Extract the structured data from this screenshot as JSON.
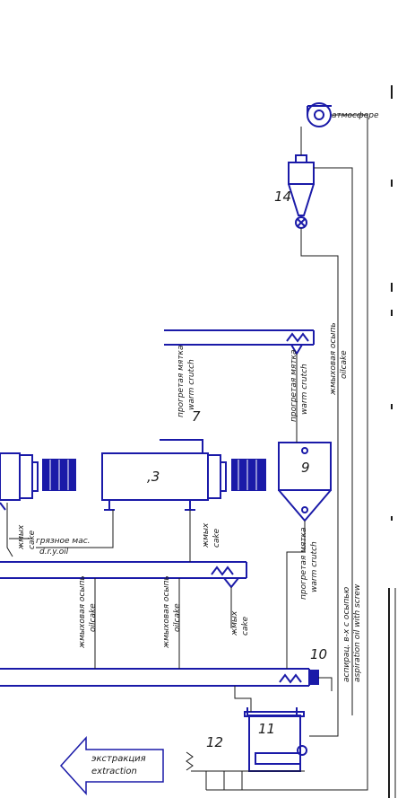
{
  "colors": {
    "equipment": "#1a1aa8",
    "lines": "#1a1a1a",
    "background": "#ffffff"
  },
  "numbers": {
    "n3": ",3",
    "n7": "7",
    "n9": "9",
    "n10": "10",
    "n11": "11",
    "n12": "12",
    "n14": "14"
  },
  "labels": {
    "fan": "атмосфере",
    "warm_crutch_ru": "прогретая мятка",
    "warm_crutch_en": "warm crutch",
    "oilcake_ru": "жмыховая осыпь",
    "oilcake_en": "oilcake",
    "cake_ru": "жмых",
    "cake_en": "cake",
    "dirty_oil_ru": "грязное мас.",
    "dirty_oil_en": "d.r.y.oil",
    "aspiration_ru": "аспирац. в-х с осыпью",
    "aspiration_en": "aspiration oil with screw",
    "extraction_ru": "экстракция",
    "extraction_en": "extraction"
  }
}
